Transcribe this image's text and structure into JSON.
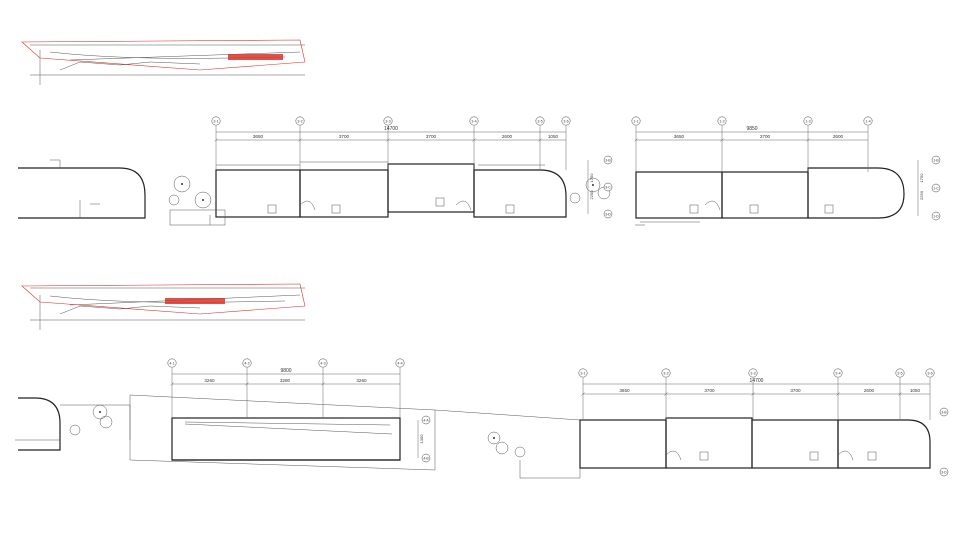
{
  "plans": [
    {
      "id": "plan-a",
      "total": "14700",
      "spans": [
        "3650",
        "3700",
        "3700",
        "2600",
        "1050"
      ],
      "grid_tags": [
        "3-1",
        "3-2",
        "3-3",
        "3-4",
        "3-5",
        "3-6"
      ],
      "side_dims": [
        "1750",
        "2250"
      ],
      "side_tags": [
        "3-B",
        "3-C",
        "3-D"
      ]
    },
    {
      "id": "plan-b",
      "total": "9850",
      "spans": [
        "3650",
        "3700",
        "2600"
      ],
      "grid_tags": [
        "1-1",
        "1-2",
        "1-3",
        "1-4"
      ],
      "side_dims": [
        "1750",
        "2250"
      ],
      "side_tags": [
        "1-B",
        "1-C",
        "1-D"
      ]
    },
    {
      "id": "plan-c",
      "total": "9800",
      "spans": [
        "3260",
        "3280",
        "3260"
      ],
      "grid_tags": [
        "4-1",
        "4-2",
        "4-3",
        "4-4"
      ],
      "side_dims": [
        "1300"
      ],
      "side_tags": [
        "4-A",
        "4-B"
      ]
    },
    {
      "id": "plan-d",
      "total": "14700",
      "spans": [
        "3650",
        "3700",
        "3700",
        "2600",
        "1050"
      ],
      "grid_tags": [
        "3-1",
        "3-2",
        "3-3",
        "3-4",
        "3-5",
        "3-6"
      ],
      "side_dims": [],
      "side_tags": [
        "3-B",
        "3-D"
      ]
    }
  ],
  "colors": {
    "line": "#222222",
    "highlight": "#d8342a",
    "background": "#ffffff"
  }
}
